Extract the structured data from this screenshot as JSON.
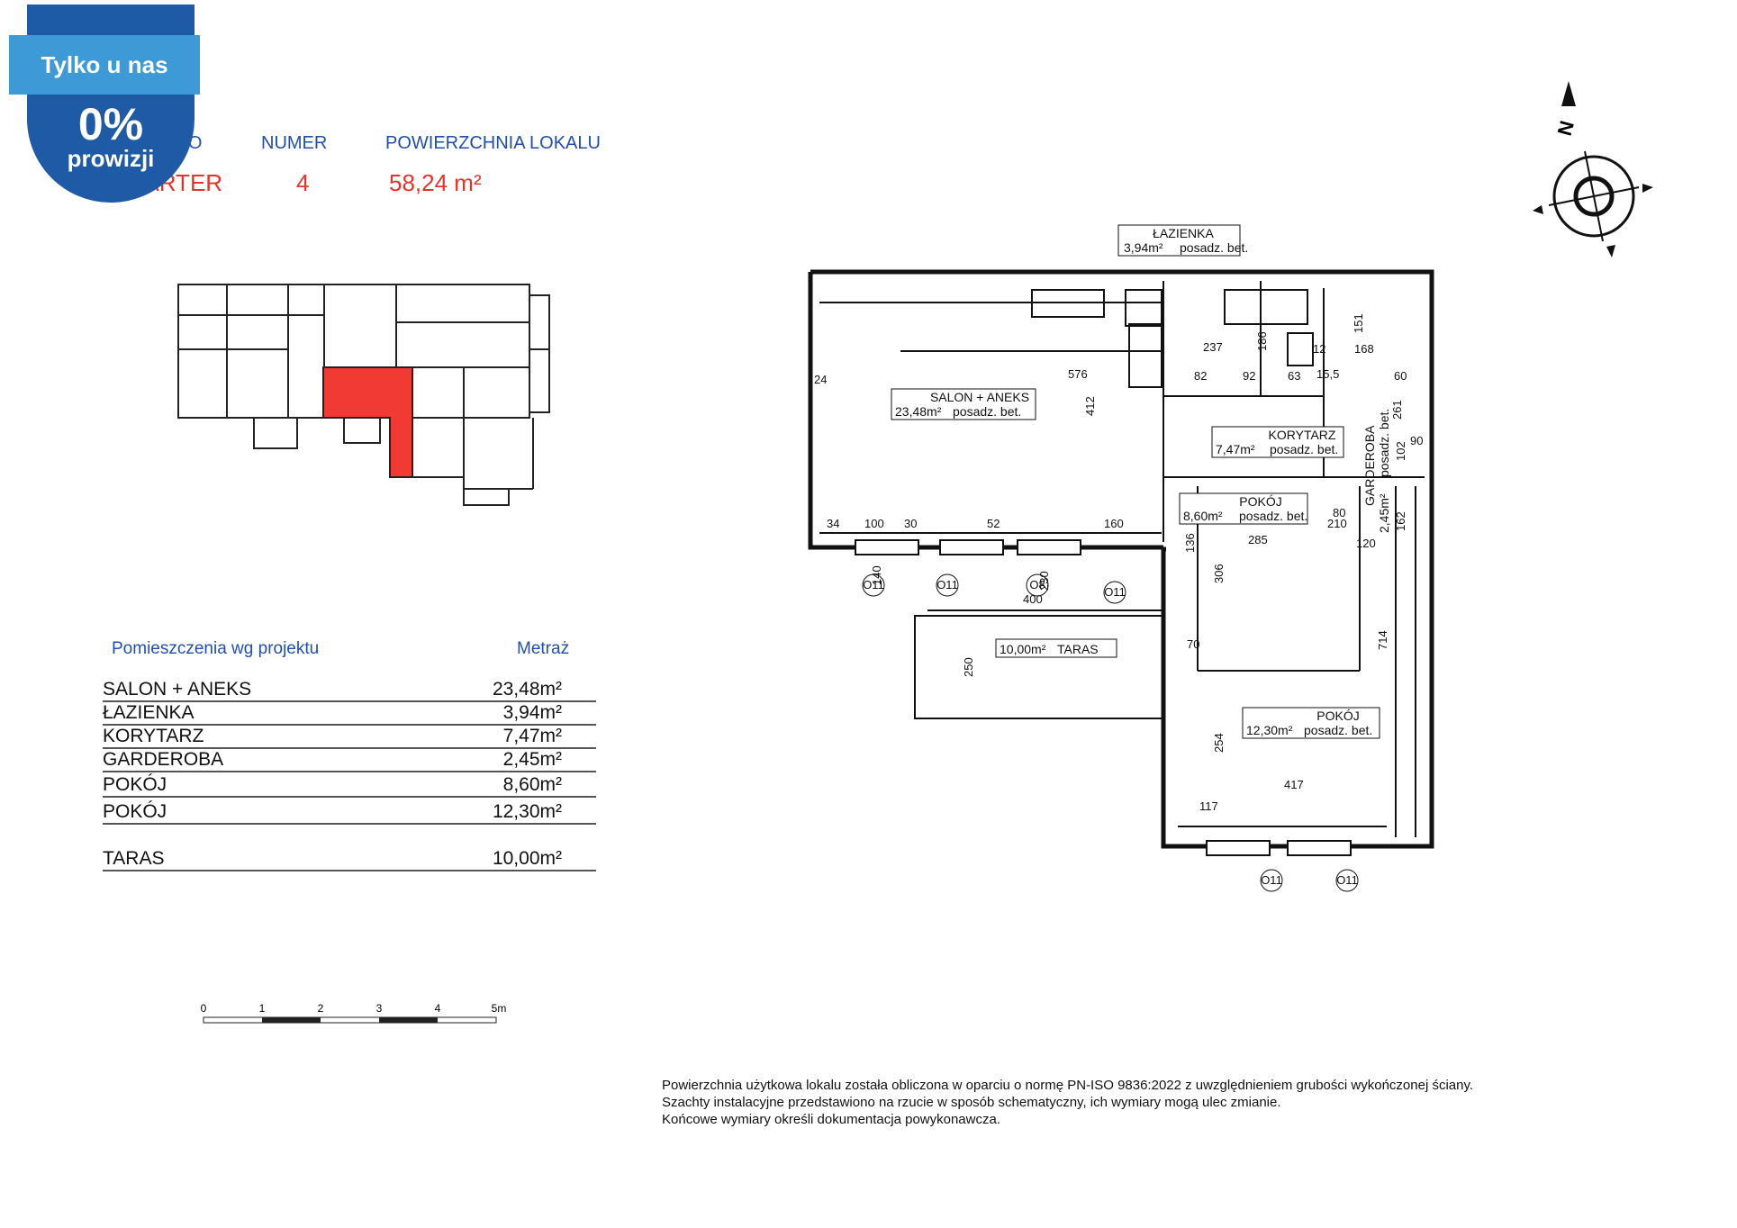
{
  "badge": {
    "title": "Tylko u nas",
    "percent": "0%",
    "subtitle": "prowizji"
  },
  "header": {
    "floor_label": "PIĘTRO",
    "number_label": "NUMER",
    "area_label": "POWIERZCHNIA LOKALU",
    "floor_value": "PARTER",
    "number_value": "4",
    "area_value": "58,24 m²"
  },
  "rooms_table": {
    "title": "Pomieszczenia wg projektu",
    "area_header": "Metraż",
    "rows": [
      {
        "name": "SALON + ANEKS",
        "area": "23,48m²"
      },
      {
        "name": "ŁAZIENKA",
        "area": "3,94m²"
      },
      {
        "name": "KORYTARZ",
        "area": "7,47m²"
      },
      {
        "name": "GARDEROBA",
        "area": "2,45m²"
      },
      {
        "name": "POKÓJ",
        "area": "8,60m²"
      },
      {
        "name": "POKÓJ",
        "area": "12,30m²"
      }
    ],
    "terrace": {
      "name": "TARAS",
      "area": "10,00m²"
    }
  },
  "scale_bar": {
    "labels": [
      "0",
      "1",
      "2",
      "3",
      "4",
      "5m"
    ]
  },
  "plan": {
    "rooms": [
      {
        "name": "ŁAZIENKA",
        "area": "3,94m²",
        "floor": "posadz. bet."
      },
      {
        "name": "SALON + ANEKS",
        "area": "23,48m²",
        "floor": "posadz. bet."
      },
      {
        "name": "KORYTARZ",
        "area": "7,47m²",
        "floor": "posadz. bet."
      },
      {
        "name": "POKÓJ",
        "area": "8,60m²",
        "floor": "posadz. bet."
      },
      {
        "name": "GARDEROBA",
        "area": "2,45m²",
        "floor": "posadz. bet."
      },
      {
        "name": "POKÓJ",
        "area": "12,30m²",
        "floor": "posadz. bet."
      },
      {
        "name": "TARAS",
        "area": "10,00m²",
        "floor": ""
      }
    ],
    "dimensions": [
      "24",
      "576",
      "412",
      "237",
      "186",
      "151",
      "168",
      "12",
      "82",
      "92",
      "63",
      "15,5",
      "60",
      "34",
      "100",
      "30",
      "52",
      "160",
      "136",
      "285",
      "306",
      "80",
      "210",
      "120",
      "102",
      "90",
      "261",
      "162",
      "70",
      "714",
      "254",
      "417",
      "117",
      "400",
      "250",
      "140",
      "230"
    ],
    "window_codes": [
      "O11",
      "O8"
    ],
    "compass": "N"
  },
  "notes": [
    "Powierzchnia użytkowa lokalu została obliczona w oparciu o normę PN-ISO 9836:2022 z uwzględnieniem grubości wykończonej ściany.",
    "Szachty instalacyjne przedstawiono na rzucie w sposób schematyczny, ich wymiary mogą ulec zmianie.",
    "Końcowe wymiary określi dokumentacja powykonawcza."
  ],
  "colors": {
    "highlight": "#f23a34",
    "header_blue": "#1f4fb4",
    "badge_dark": "#1e5aa6",
    "badge_light": "#3d9ad6"
  }
}
